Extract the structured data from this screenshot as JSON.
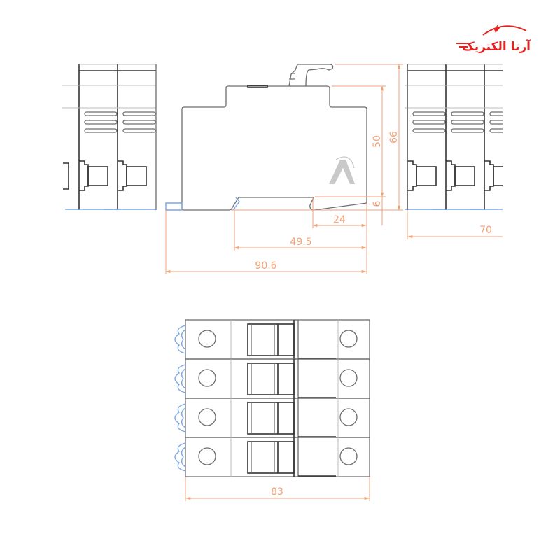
{
  "logo": {
    "text": "آرتا الکتریک",
    "color": "#e52421"
  },
  "watermark": {
    "letter": "A"
  },
  "side_view": {
    "dimensions": {
      "height_total": "66",
      "height_body": "50",
      "rail_depth": "6",
      "rail_offset": "24",
      "rail_to_front": "49.5",
      "overall_depth": "90.6"
    }
  },
  "front_view_right": {
    "width_label": "70"
  },
  "bottom_view": {
    "poles": 4,
    "width_label": "83"
  },
  "colors": {
    "dimension": "#f2a277",
    "outline": "#6e6e6e",
    "clip": "#7aa6e8"
  }
}
